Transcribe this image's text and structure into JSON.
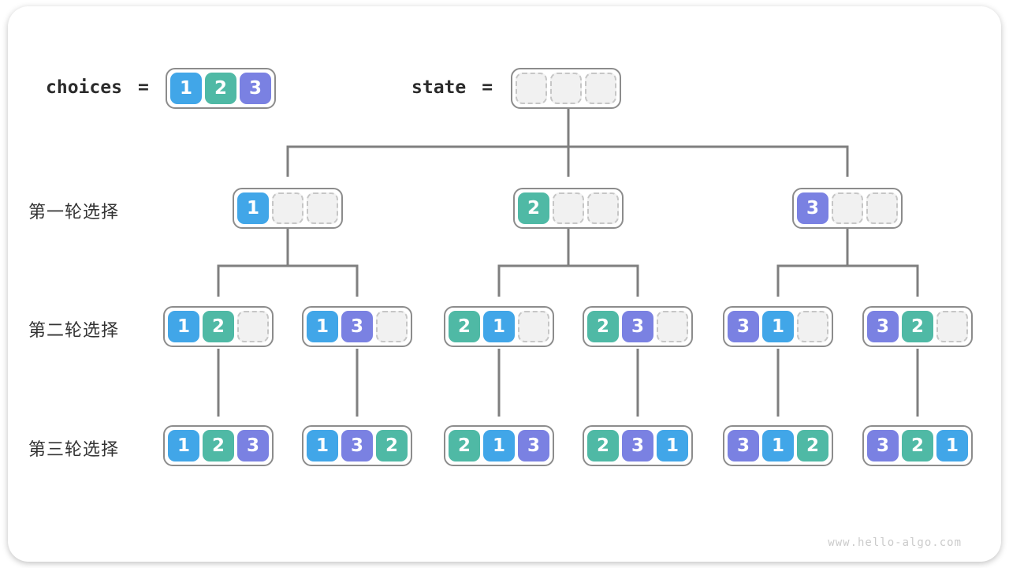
{
  "header": {
    "choices_label": "choices",
    "state_label": "state",
    "equals": "=",
    "choices": [
      "1",
      "2",
      "3"
    ],
    "state": [
      "",
      "",
      ""
    ]
  },
  "rows": [
    {
      "label": "第一轮选择",
      "nodes": [
        [
          "1",
          "",
          ""
        ],
        [
          "2",
          "",
          ""
        ],
        [
          "3",
          "",
          ""
        ]
      ]
    },
    {
      "label": "第二轮选择",
      "nodes": [
        [
          "1",
          "2",
          ""
        ],
        [
          "1",
          "3",
          ""
        ],
        [
          "2",
          "1",
          ""
        ],
        [
          "2",
          "3",
          ""
        ],
        [
          "3",
          "1",
          ""
        ],
        [
          "3",
          "2",
          ""
        ]
      ]
    },
    {
      "label": "第三轮选择",
      "nodes": [
        [
          "1",
          "2",
          "3"
        ],
        [
          "1",
          "3",
          "2"
        ],
        [
          "2",
          "1",
          "3"
        ],
        [
          "2",
          "3",
          "1"
        ],
        [
          "3",
          "1",
          "2"
        ],
        [
          "3",
          "2",
          "1"
        ]
      ]
    }
  ],
  "colors": {
    "1": "#41A6E8",
    "2": "#4FB9A5",
    "3": "#7A81E2"
  },
  "arrow_color": "#7f7f7f",
  "watermark": "www.hello-algo.com"
}
